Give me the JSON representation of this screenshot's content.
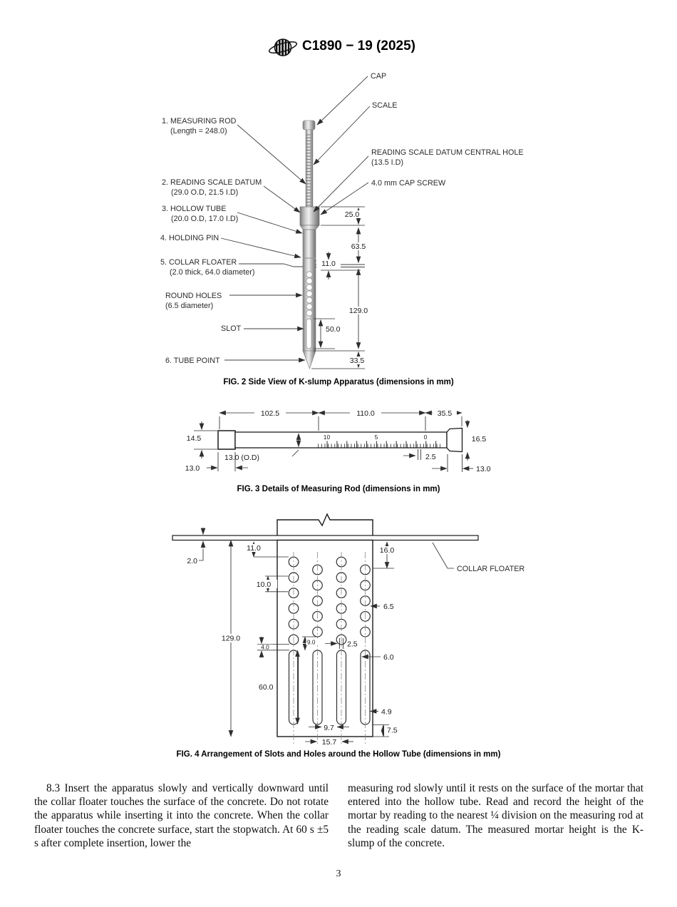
{
  "header": {
    "standard_code": "C1890 − 19 (2025)",
    "logo": "astm-logo"
  },
  "fig2": {
    "caption": "FIG. 2 Side View of K-slump Apparatus (dimensions in mm)",
    "labels": {
      "cap": "CAP",
      "scale": "SCALE",
      "measuring_rod": "1. MEASURING ROD",
      "measuring_rod_sub": "(Length = 248.0)",
      "datum_hole": "READING SCALE DATUM CENTRAL HOLE",
      "datum_hole_sub": "(13.5 I.D)",
      "cap_screw": "4.0 mm CAP SCREW",
      "reading_datum": "2. READING SCALE DATUM",
      "reading_datum_sub": "(29.0 O.D, 21.5 I.D)",
      "hollow_tube": "3. HOLLOW TUBE",
      "hollow_tube_sub": "(20.0 O.D, 17.0 I.D)",
      "holding_pin": "4. HOLDING PIN",
      "collar_floater": "5. COLLAR FLOATER",
      "collar_floater_sub": "(2.0 thick, 64.0 diameter)",
      "round_holes": "ROUND HOLES",
      "round_holes_sub": "(6.5 diameter)",
      "slot": "SLOT",
      "tube_point": "6. TUBE POINT"
    },
    "dims": {
      "d25": "25.0",
      "d63_5": "63.5",
      "d11": "11.0",
      "d129": "129.0",
      "d50": "50.0",
      "d33_5": "33.5"
    }
  },
  "fig3": {
    "caption": "FIG. 3 Details of Measuring Rod (dimensions in mm)",
    "dims": {
      "d102_5": "102.5",
      "d110": "110.0",
      "d35_5": "35.5",
      "d14_5": "14.5",
      "d16_5": "16.5",
      "d13_bl": "13.0",
      "d13_od": "13.0 (O.D)",
      "d2_5": "2.5",
      "d13_br": "13.0"
    },
    "scale_ticks": {
      "t10": "10",
      "t5": "5",
      "t0": "0"
    }
  },
  "fig4": {
    "caption": "FIG. 4 Arrangement of Slots and Holes around the Hollow Tube (dimensions in mm)",
    "labels": {
      "collar_floater": "COLLAR FLOATER"
    },
    "dims": {
      "d2": "2.0",
      "d11": "11.0",
      "d16": "16.0",
      "d10": "10.0",
      "d129": "129.0",
      "d6_5": "6.5",
      "d4": "4.0",
      "d9": "9.0",
      "d2_5": "2.5",
      "d6": "6.0",
      "d60": "60.0",
      "d4_9": "4.9",
      "d9_7": "9.7",
      "d7_5": "7.5",
      "d15_7": "15.7"
    }
  },
  "body": {
    "left_column": "8.3 Insert the apparatus slowly and vertically downward until the collar floater touches the surface of the concrete. Do not rotate the apparatus while inserting it into the concrete. When the collar floater touches the concrete surface, start the stopwatch. At 60 s ±5 s after complete insertion, lower the",
    "right_column": "measuring rod slowly until it rests on the surface of the mortar that entered into the hollow tube. Read and record the height of the mortar by reading to the nearest ¼ division on the measuring rod at the reading scale datum. The measured mortar height is the K-slump of the concrete."
  },
  "footer": {
    "page_number": "3"
  }
}
